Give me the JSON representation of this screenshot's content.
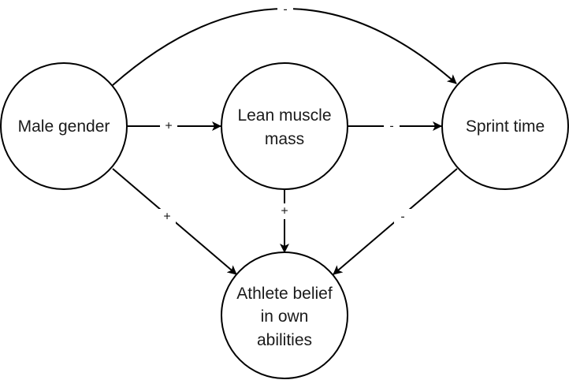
{
  "diagram": {
    "type": "causal-diagram",
    "nodes": [
      {
        "id": "male_gender",
        "lines": [
          "Male gender"
        ]
      },
      {
        "id": "lean_muscle_mass",
        "lines": [
          "Lean muscle",
          "mass"
        ]
      },
      {
        "id": "sprint_time",
        "lines": [
          "Sprint time"
        ]
      },
      {
        "id": "athlete_belief",
        "lines": [
          "Athlete belief",
          "in own",
          "abilities"
        ]
      }
    ],
    "edges": [
      {
        "from": "male_gender",
        "to": "lean_muscle_mass",
        "label": "+"
      },
      {
        "from": "lean_muscle_mass",
        "to": "sprint_time",
        "label": "-"
      },
      {
        "from": "male_gender",
        "to": "sprint_time",
        "label": "-"
      },
      {
        "from": "male_gender",
        "to": "athlete_belief",
        "label": "+"
      },
      {
        "from": "lean_muscle_mass",
        "to": "athlete_belief",
        "label": "+"
      },
      {
        "from": "sprint_time",
        "to": "athlete_belief",
        "label": "-"
      }
    ]
  }
}
